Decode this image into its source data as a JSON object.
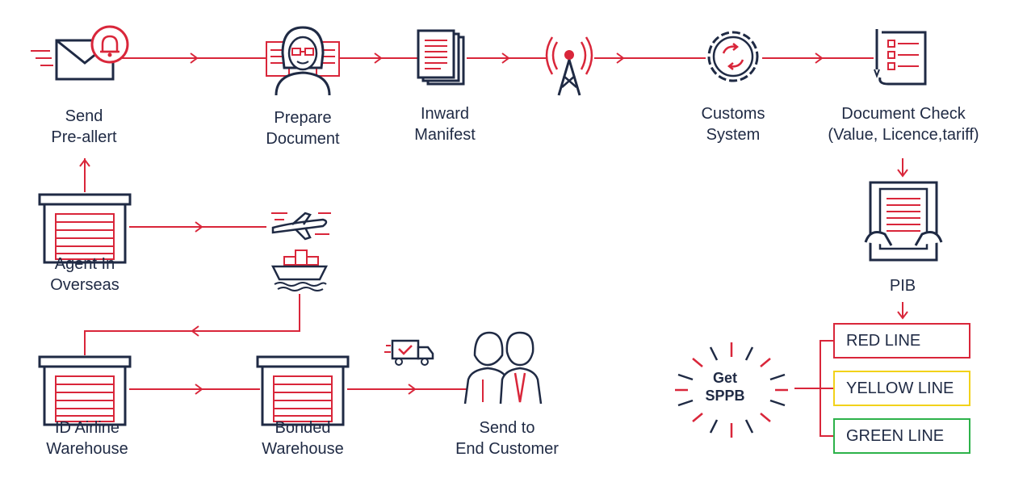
{
  "colors": {
    "accent": "#d9263a",
    "navy": "#1f2a44",
    "red_line": "#d9263a",
    "yellow_line": "#f2d21a",
    "green_line": "#2db24a"
  },
  "nodes": {
    "send_prealert": {
      "line1": "Send",
      "line2": "Pre-allert",
      "icon": "email-bell-icon"
    },
    "prepare_document": {
      "line1": "Prepare",
      "line2": "Document",
      "icon": "clerk-documents-icon"
    },
    "inward_manifest": {
      "line1": "Inward",
      "line2": "Manifest",
      "icon": "document-stack-icon"
    },
    "transmission": {
      "icon": "antenna-tower-icon"
    },
    "customs_system": {
      "line1": "Customs",
      "line2": "System",
      "icon": "gear-sync-icon"
    },
    "document_check": {
      "line1": "Document Check",
      "line2": "(Value, Licence,tariff)",
      "icon": "checklist-icon"
    },
    "pib": {
      "line1": "PIB",
      "icon": "tablet-document-icon"
    },
    "agent_overseas": {
      "line1": "Agent In",
      "line2": "Overseas",
      "icon": "warehouse-icon"
    },
    "air_sea": {
      "icon_air": "airplane-icon",
      "icon_sea": "cargo-ship-icon"
    },
    "id_airline_warehouse": {
      "line1": "ID Airline",
      "line2": "Warehouse",
      "icon": "warehouse-icon"
    },
    "bonded_warehouse": {
      "line1": "Bonded",
      "line2": "Warehouse",
      "icon": "warehouse-icon"
    },
    "send_end_customer": {
      "line1": "Send to",
      "line2": "End Customer",
      "icon": "delivery-people-icon"
    },
    "get_sppb": {
      "line1": "Get",
      "line2": "SPPB",
      "icon": "burst-icon"
    }
  },
  "lines": [
    {
      "label": "RED LINE",
      "color": "#d9263a"
    },
    {
      "label": "YELLOW LINE",
      "color": "#f2d21a"
    },
    {
      "label": "GREEN LINE",
      "color": "#2db24a"
    }
  ]
}
